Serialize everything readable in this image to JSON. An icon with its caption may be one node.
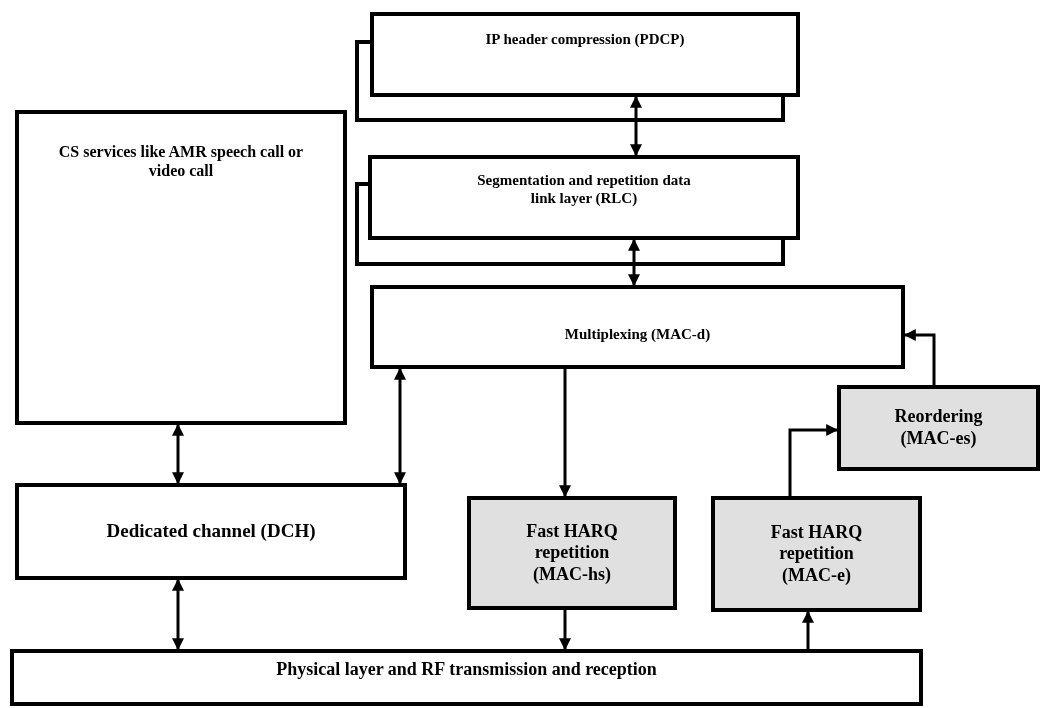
{
  "diagram": {
    "nodes": [
      {
        "text": [
          "IP header compression (PDCP)"
        ]
      },
      {
        "text": [
          "CS services like AMR speech call or video call"
        ]
      },
      {
        "text": [
          "Segmentation and repetition data link layer (RLC)"
        ]
      },
      {
        "text": [
          "Multiplexing (MAC-d)"
        ]
      },
      {
        "text": [
          "Reordering (MAC-es)"
        ]
      },
      {
        "text": [
          "Dedicated channel (DCH)"
        ]
      },
      {
        "text": [
          "Fast HARQ repetition (MAC-hs)"
        ]
      },
      {
        "text": [
          "Fast HARQ repetition (MAC-e)"
        ]
      },
      {
        "text": [
          "Physical layer and RF transmission and reception"
        ]
      }
    ],
    "edges": [
      {
        "from": 0,
        "to": 2,
        "arrow": "both"
      },
      {
        "from": 2,
        "to": 3,
        "arrow": "both"
      },
      {
        "from": 3,
        "to": 5,
        "arrow": "both"
      },
      {
        "from": 1,
        "to": 5,
        "arrow": "both"
      },
      {
        "from": 3,
        "to": 6,
        "arrow": "to"
      },
      {
        "from": 5,
        "to": 8,
        "arrow": "both"
      },
      {
        "from": 6,
        "to": 8,
        "arrow": "to"
      },
      {
        "from": 8,
        "to": 7,
        "arrow": "to"
      },
      {
        "from": 7,
        "to": 4,
        "arrow": "to"
      },
      {
        "from": 4,
        "to": 3,
        "arrow": "to"
      }
    ]
  }
}
